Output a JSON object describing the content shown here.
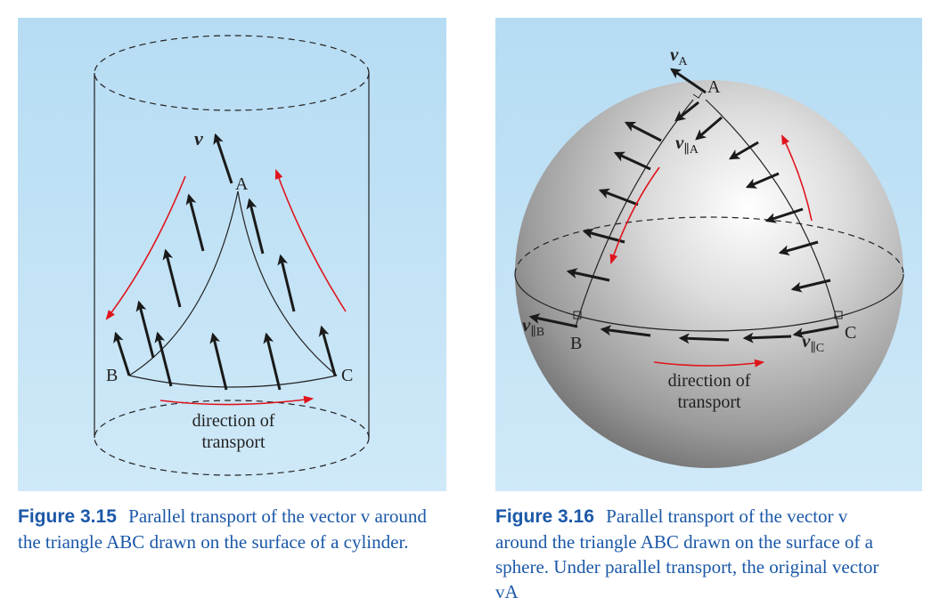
{
  "figures": [
    {
      "number": "Figure 3.15",
      "caption": "Parallel transport of the vector v around the triangle ABC drawn on the surface of a cylinder.",
      "labels": {
        "vector": "v",
        "point_a": "A",
        "point_b": "B",
        "point_c": "C",
        "direction_line1": "direction of",
        "direction_line2": "transport"
      }
    },
    {
      "number": "Figure 3.16",
      "caption": "Parallel transport of the vector v around the triangle ABC drawn on the surface of a sphere. Under parallel transport, the original vector vA",
      "labels": {
        "vector_a": "v",
        "vector_a_sub": "A",
        "vector_pa": "v",
        "vector_pa_sub": "∥A",
        "vector_pb": "v",
        "vector_pb_sub": "∥B",
        "vector_pc": "v",
        "vector_pc_sub": "∥C",
        "point_a": "A",
        "point_b": "B",
        "point_c": "C",
        "direction_line1": "direction of",
        "direction_line2": "transport"
      }
    }
  ],
  "colors": {
    "panel_background": "#c4e3f5",
    "caption_blue": "#1b58a8",
    "direction_arrow": "#e0141c",
    "vector": "#1a1a1a"
  }
}
